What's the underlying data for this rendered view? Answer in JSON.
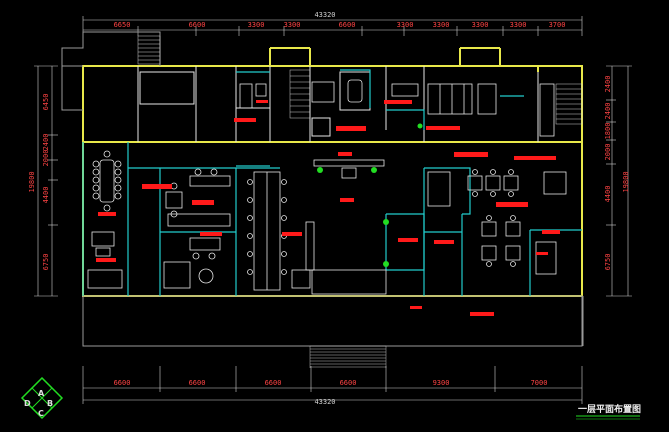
{
  "drawing": {
    "title": "一层平面布置图",
    "logo_letters": [
      "A",
      "B",
      "C",
      "D"
    ],
    "top_total": "43320",
    "bottom_total": "43320",
    "top_dims": [
      "6650",
      "6600",
      "3300",
      "3300",
      "6600",
      "3300",
      "3300",
      "3300",
      "3300",
      "3700"
    ],
    "bottom_dims": [
      "6600",
      "6600",
      "6600",
      "6600",
      "9300",
      "7000"
    ],
    "left_dims": [
      "6450",
      "2400",
      "2000",
      "4400",
      "6750"
    ],
    "left_total": "19800",
    "right_dims": [
      "2400",
      "2400",
      "1800",
      "2000",
      "4400",
      "6750"
    ],
    "right_total": "19800"
  },
  "colors": {
    "wall": "#e8e84a",
    "partition": "#22cccc",
    "furniture": "#e6e6e6",
    "label": "#ff1a1a",
    "plant": "#22dd22",
    "dimension": "#ff4444",
    "background": "#000000"
  }
}
